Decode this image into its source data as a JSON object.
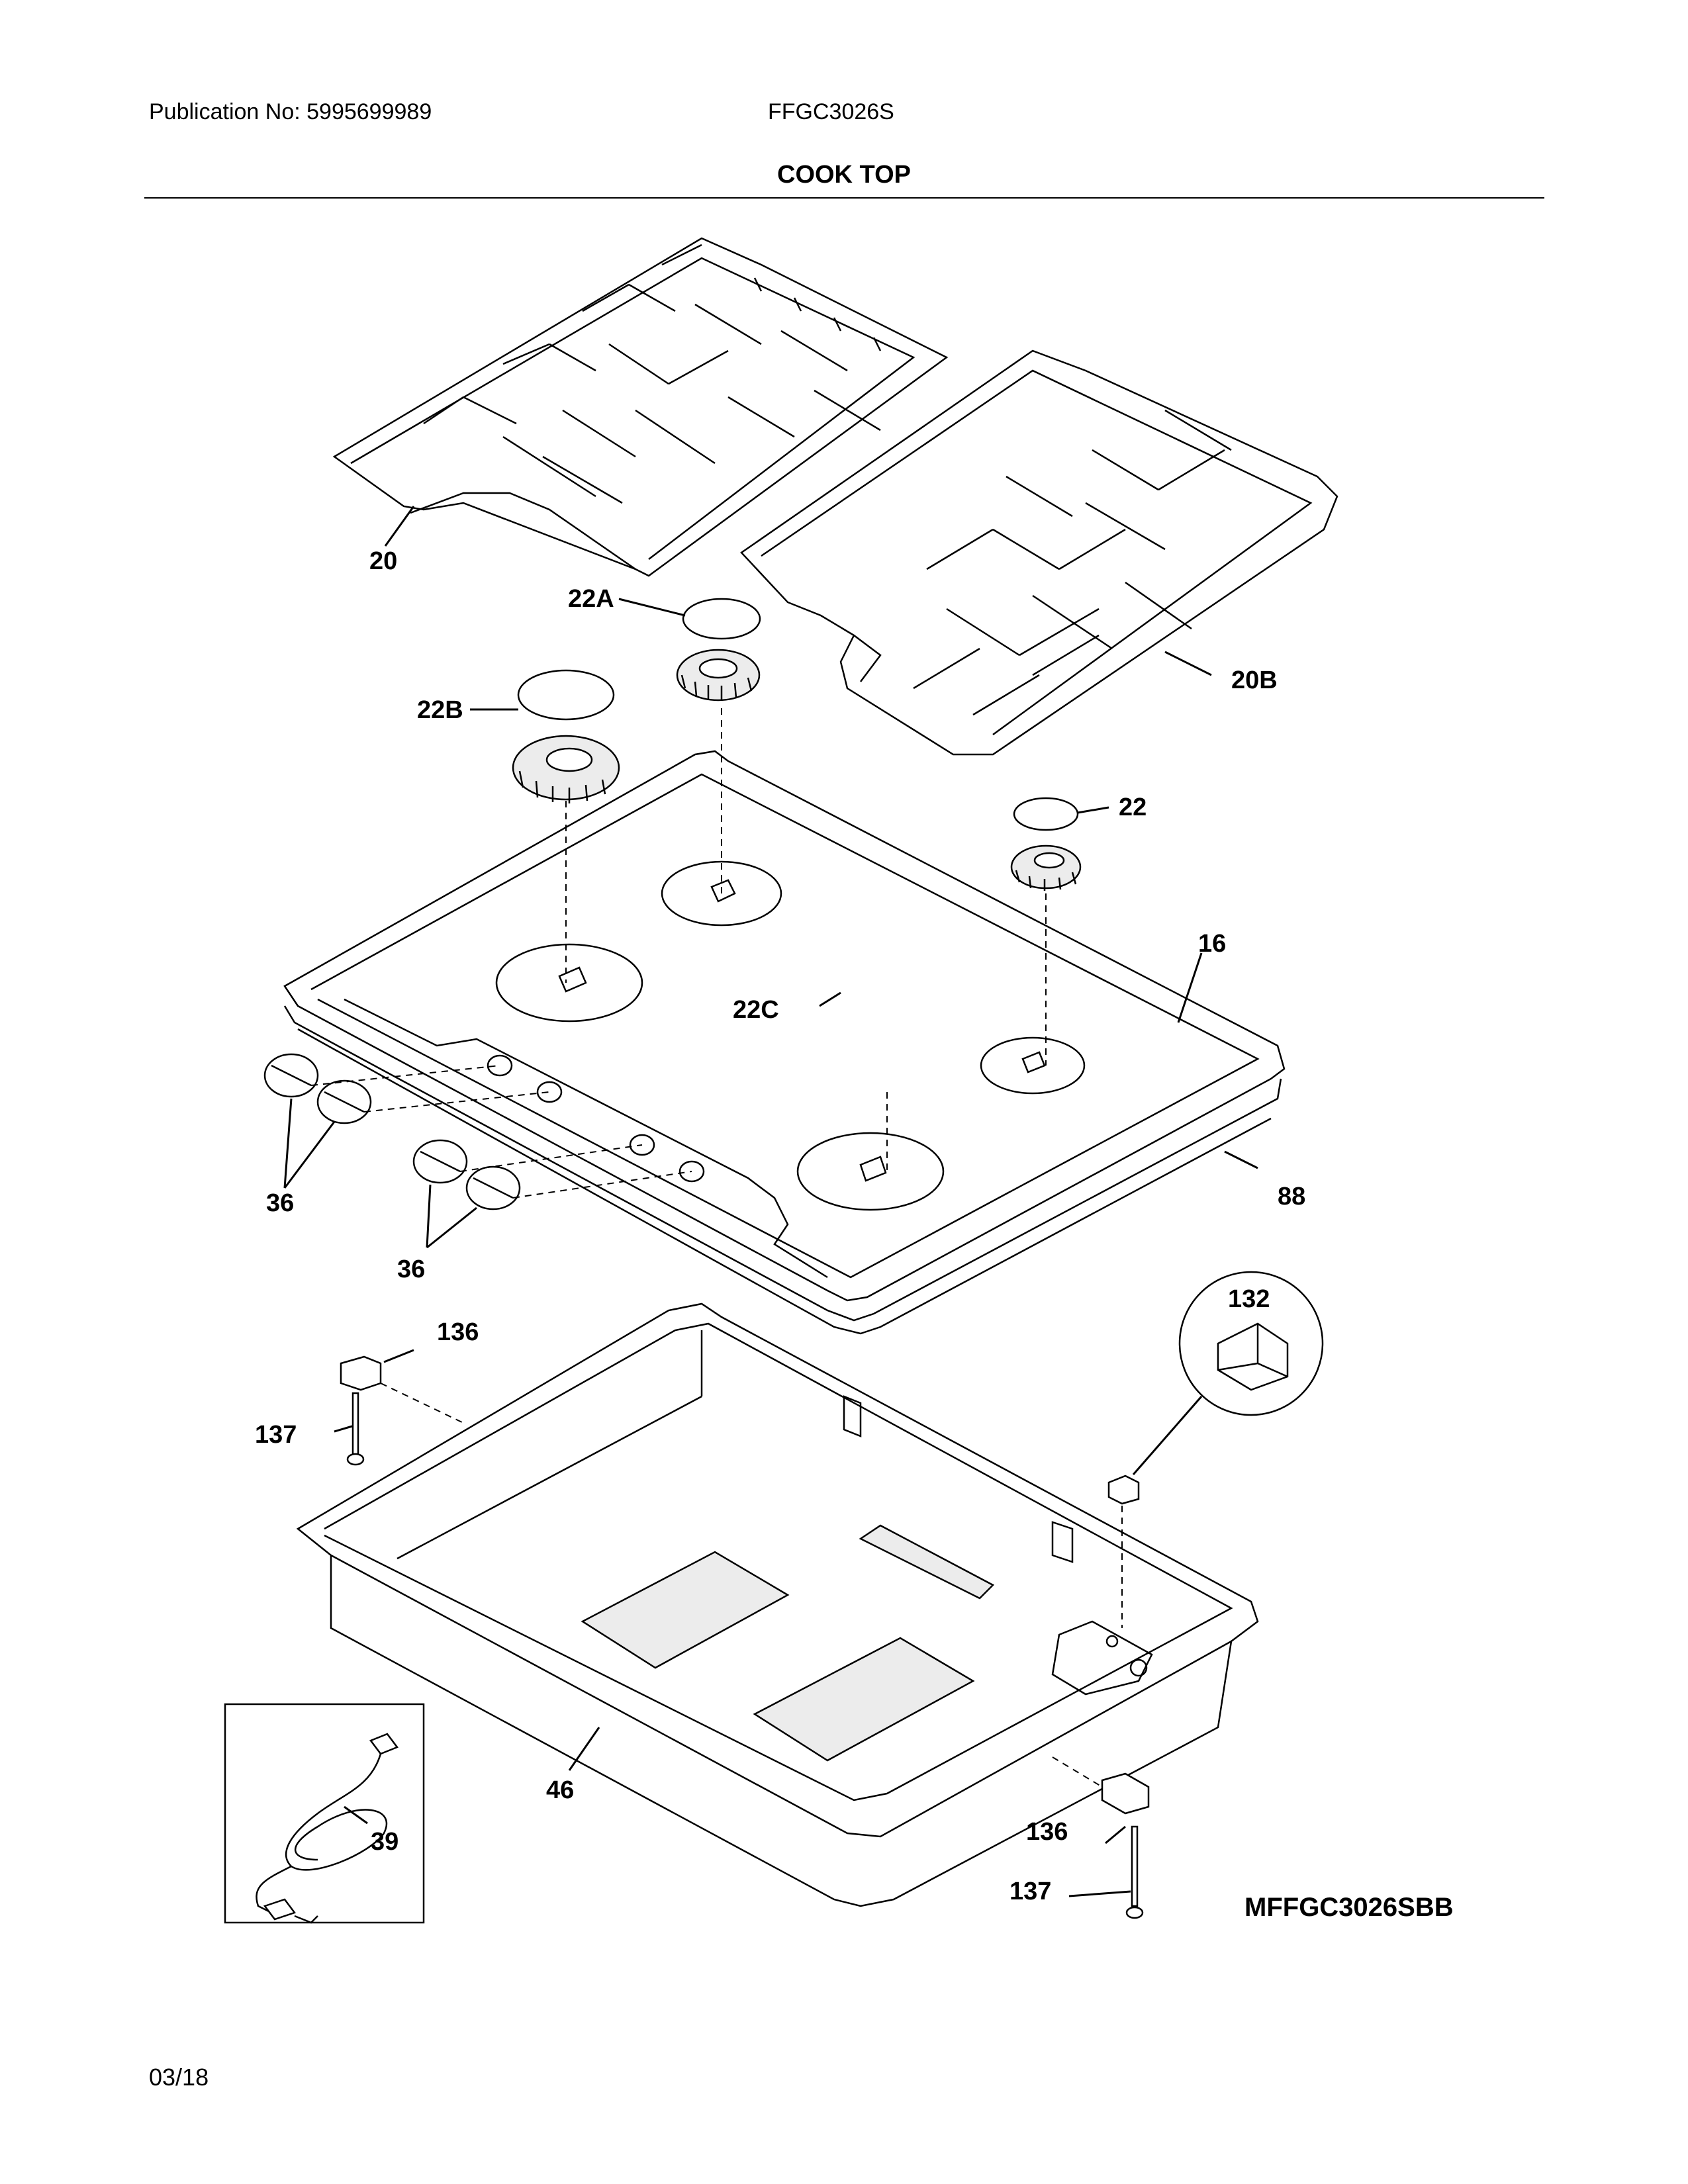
{
  "header": {
    "publication": "Publication No: 5995699989",
    "model": "FFGC3026S",
    "section_title": "COOK TOP"
  },
  "callouts": {
    "c20": "20",
    "c20b": "20B",
    "c22a": "22A",
    "c22b": "22B",
    "c22": "22",
    "c22c": "22C",
    "c16": "16",
    "c88": "88",
    "c36a": "36",
    "c36b": "36",
    "c132": "132",
    "c136a": "136",
    "c136b": "136",
    "c137a": "137",
    "c137b": "137",
    "c46": "46",
    "c39": "39"
  },
  "diagram_code": "MFFGC3026SBB",
  "footer": {
    "date": "03/18"
  }
}
